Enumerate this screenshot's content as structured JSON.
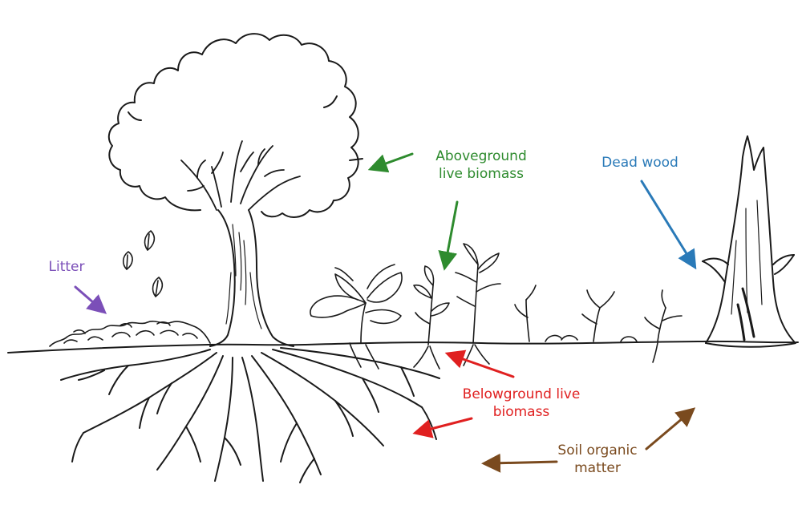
{
  "labels": {
    "aboveground": {
      "line1": "Aboveground",
      "line2": "live  biomass",
      "color": "#2e8b2e"
    },
    "dead_wood": {
      "text": "Dead wood",
      "color": "#2a7ab8"
    },
    "litter": {
      "text": "Litter",
      "color": "#7b4fb8"
    },
    "belowground": {
      "line1": "Belowground live",
      "line2": "biomass",
      "color": "#e02020"
    },
    "soil": {
      "line1": "Soil organic",
      "line2": "matter",
      "color": "#7a4a1e"
    }
  },
  "colors": {
    "ink": "#1a1a1a",
    "background": "#ffffff"
  },
  "elements": {
    "tree": "broadleaf-tree-sketch",
    "dead_tree": "dead-tree-stump-sketch",
    "plants": "understory-plants-sketch"
  }
}
